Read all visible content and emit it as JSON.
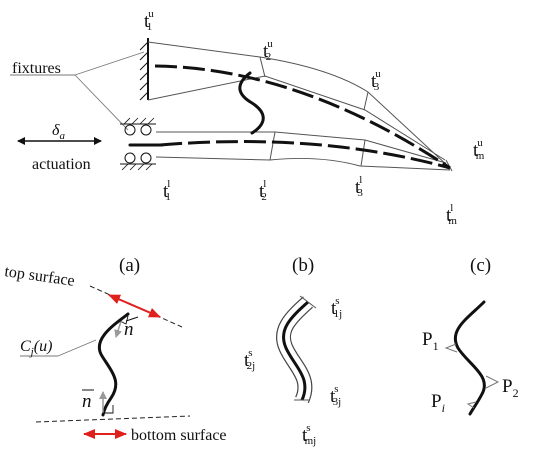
{
  "labels": {
    "fixtures": "fixtures",
    "actuation": "actuation",
    "delta_a": {
      "base": "δ",
      "sub": "a"
    },
    "t_upper": [
      {
        "base": "t",
        "sub": "1",
        "sup": "u"
      },
      {
        "base": "t",
        "sub": "2",
        "sup": "u"
      },
      {
        "base": "t",
        "sub": "3",
        "sup": "u"
      },
      {
        "base": "t",
        "sub": "m",
        "sup": "u"
      }
    ],
    "t_lower": [
      {
        "base": "t",
        "sub": "1",
        "sup": "l"
      },
      {
        "base": "t",
        "sub": "2",
        "sup": "l"
      },
      {
        "base": "t",
        "sub": "3",
        "sup": "l"
      },
      {
        "base": "t",
        "sub": "m",
        "sup": "l"
      }
    ],
    "panel_a": "(a)",
    "panel_b": "(b)",
    "panel_c": "(c)",
    "top_surface": "top surface",
    "bottom_surface": "bottom surface",
    "curve_label": {
      "base": "C",
      "sub": "j",
      "rest": "(u)"
    },
    "normal": "n",
    "t_s": [
      {
        "base": "t",
        "sub": "1j",
        "sup": "s"
      },
      {
        "base": "t",
        "sub": "2j",
        "sup": "s"
      },
      {
        "base": "t",
        "sub": "3j",
        "sup": "s"
      },
      {
        "base": "t",
        "sub": "mj",
        "sup": "s"
      }
    ],
    "points": [
      {
        "base": "P",
        "sub": "1"
      },
      {
        "base": "P",
        "sub": "i"
      },
      {
        "base": "P",
        "sub": "2"
      }
    ]
  },
  "colors": {
    "ink": "#111111",
    "outline": "#555555",
    "arrow_red": "#e0201c",
    "arrow_gray": "#999999"
  }
}
